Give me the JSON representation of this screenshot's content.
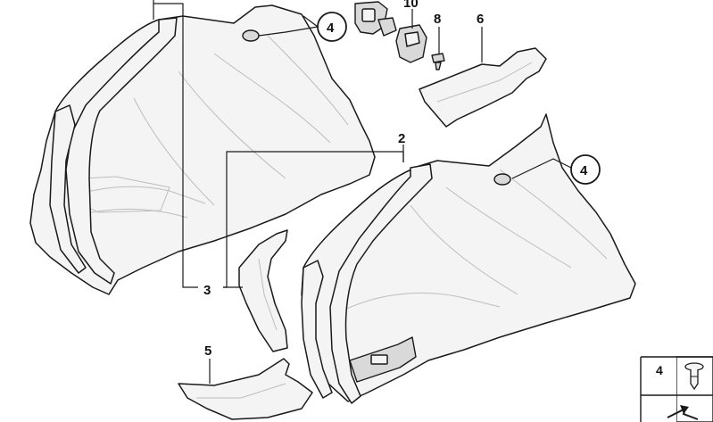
{
  "callouts": {
    "c2": "2",
    "c3": "3",
    "c4a": "4",
    "c4b": "4",
    "c5": "5",
    "c6": "6",
    "c8": "8",
    "c10": "10"
  },
  "legend": {
    "item_number": "4"
  }
}
